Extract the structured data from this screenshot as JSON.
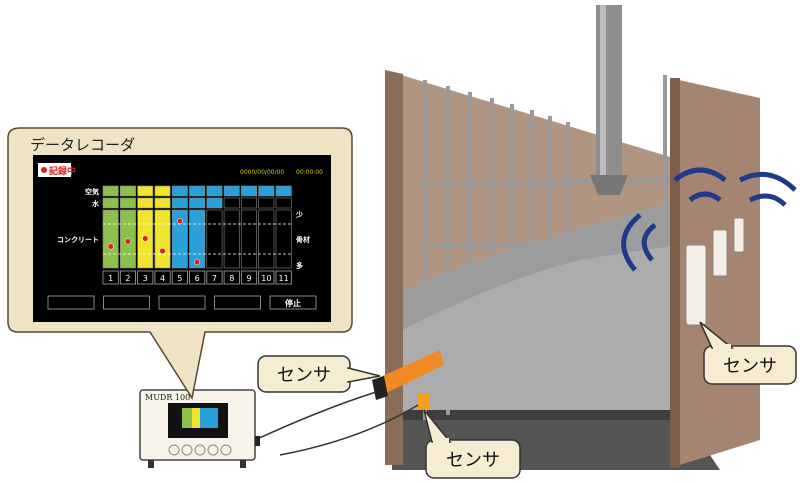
{
  "callout": {
    "title": "データレコーダ",
    "recording_label": "記録中",
    "date": "0000/00/00/00",
    "time": "00:00:00",
    "row_labels": {
      "air": "空気",
      "water": "水",
      "concrete": "コンクリート"
    },
    "aggregate_labels": {
      "low": "少",
      "mid": "骨材",
      "high": "多"
    },
    "channels": [
      "1",
      "2",
      "3",
      "4",
      "5",
      "6",
      "7",
      "8",
      "9",
      "10",
      "11"
    ],
    "air_colors": [
      "#8cc04b",
      "#8cc04b",
      "#f0e42c",
      "#f0e42c",
      "#2aa0d8",
      "#2aa0d8",
      "#2aa0d8",
      "#2aa0d8",
      "#2aa0d8",
      "#2aa0d8",
      "#2aa0d8"
    ],
    "water_colors": [
      "#8cc04b",
      "#8cc04b",
      "#f0e42c",
      "#f0e42c",
      "#2aa0d8",
      "#2aa0d8",
      "#2aa0d8",
      "#000000",
      "#000000",
      "#000000",
      "#000000"
    ],
    "concrete_colors": [
      "#8cc04b",
      "#8cc04b",
      "#f0e42c",
      "#f0e42c",
      "#2aa0d8",
      "#2aa0d8",
      "#000000",
      "#000000",
      "#000000",
      "#000000",
      "#000000"
    ],
    "aggregate_levels": [
      0.65,
      0.55,
      0.49,
      0.74,
      0.14,
      0.96,
      null,
      null,
      null,
      null,
      null
    ],
    "buttons": [
      "",
      "",
      "",
      "",
      "停止"
    ]
  },
  "device": {
    "model": "MUDR 100"
  },
  "sensor_labels": [
    "センサ",
    "センサ",
    "センサ"
  ],
  "colors": {
    "callout_bg": "#efe3c6",
    "callout_border": "#5a4632",
    "wall": "#a3836e",
    "dot": "#d9231f"
  }
}
